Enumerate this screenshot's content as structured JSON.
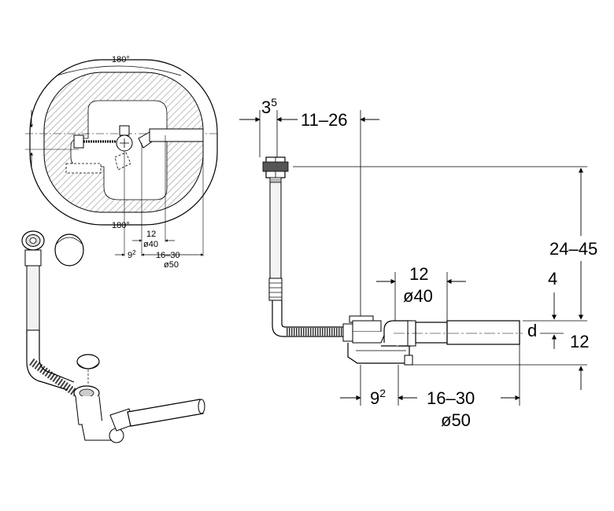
{
  "top_view": {
    "angle_top": "180°",
    "angle_bottom": "180°",
    "dim_12": "12",
    "dim_d40": "ø40",
    "dim_9": "9",
    "dim_9_sup": "2",
    "dim_16_30": "16–30",
    "dim_d50": "ø50"
  },
  "side_view": {
    "dim_3": "3",
    "dim_3_sup": "5",
    "dim_11_26": "11–26",
    "dim_24_45": "24–45",
    "dim_12_top": "12",
    "dim_d40": "ø40",
    "dim_4": "4",
    "dim_d": "d",
    "dim_12_right": "12",
    "dim_9": "9",
    "dim_9_sup": "2",
    "dim_16_30": "16–30",
    "dim_d50": "ø50"
  },
  "colors": {
    "line": "#000000",
    "hatch": "#9a9a9a",
    "pipe_fill": "#e6e6e6",
    "background": "#ffffff"
  },
  "icons": {
    "plug_cap": "circle-cap-icon",
    "overflow_rosette": "rosette-icon"
  }
}
